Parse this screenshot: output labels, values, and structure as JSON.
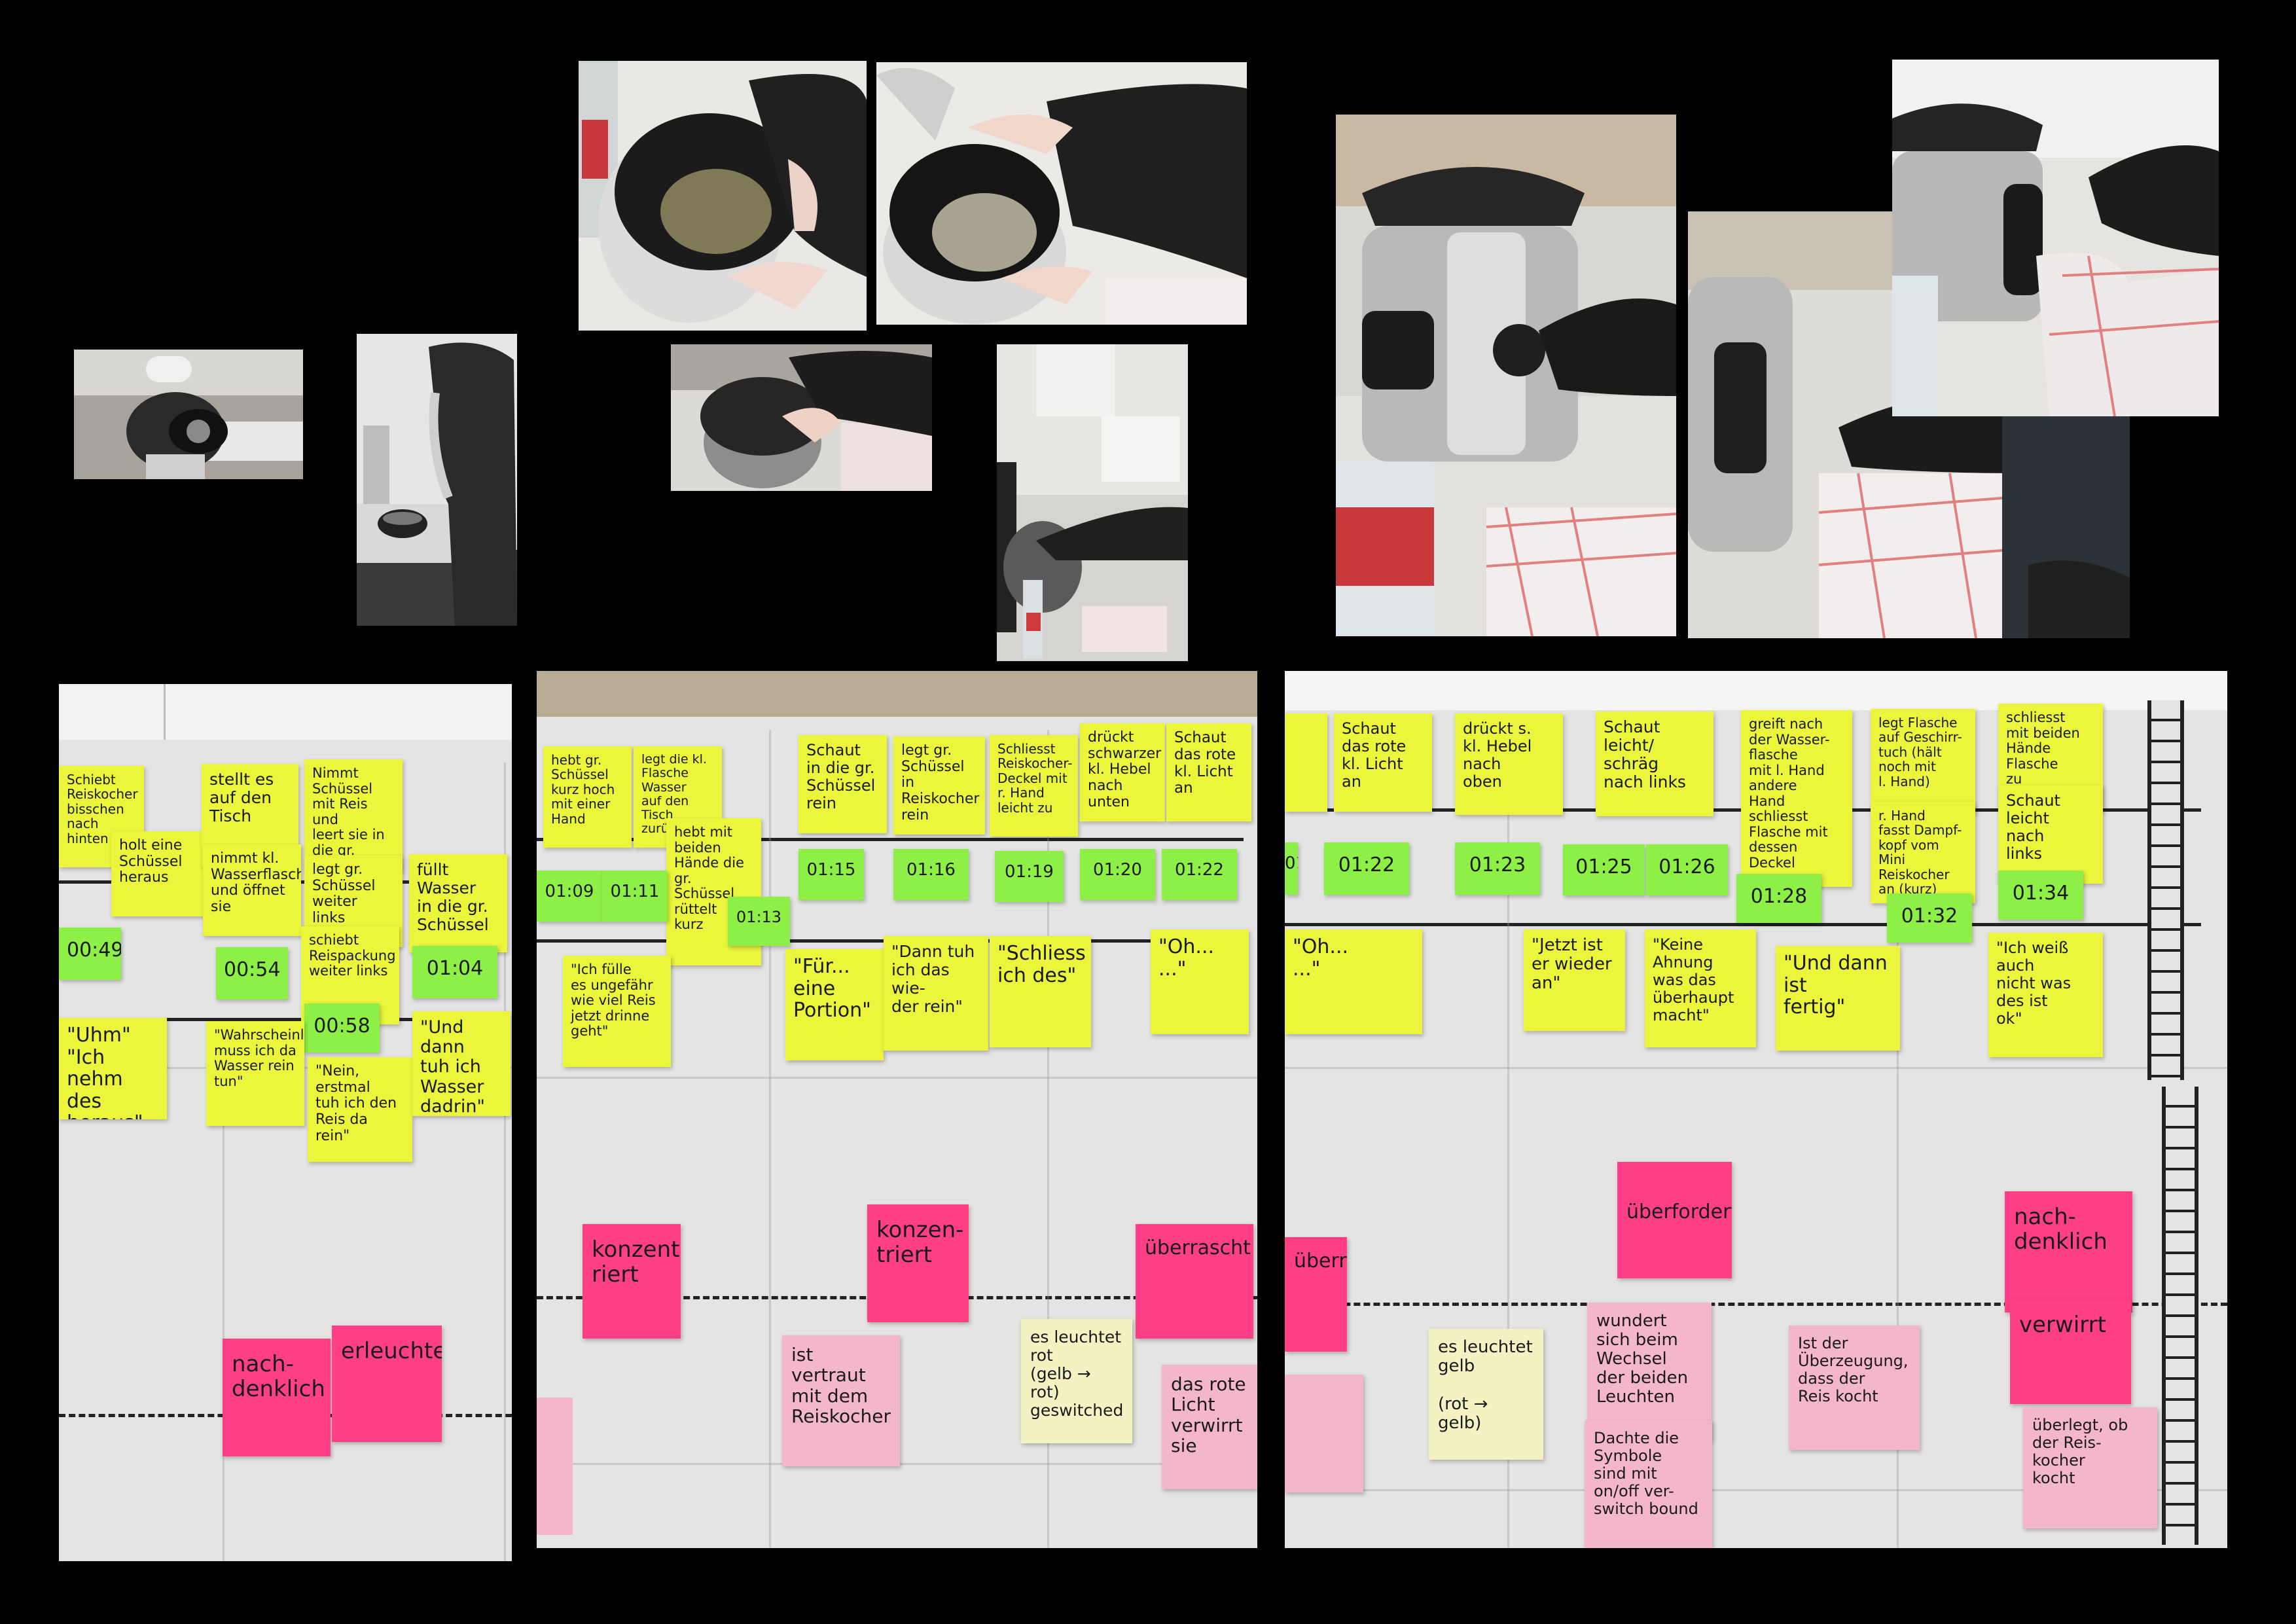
{
  "board1": {
    "actions": [
      "Schiebt\nReiskocher\nbisschen nach\nhinten",
      "holt eine\nSchüssel\nheraus",
      "stellt es\nauf den\nTisch",
      "Nimmt Schüssel\nmit Reis und\nleert sie in\ndie gr.\nSchüssel",
      "nimmt kl.\nWasserflasche\nund öffnet\nsie",
      "legt gr.\nSchüssel\nweiter\nlinks",
      "füllt\nWasser\nin die gr.\nSchüssel",
      "schiebt\nReispackung\nweiter links"
    ],
    "times": [
      "00:49",
      "00:54",
      "00:58",
      "01:04"
    ],
    "quotes": [
      "\"Uhm\"\n\"Ich nehm\ndes heraus\"",
      "\"Wahrscheinlich\nmuss ich da\nWasser rein\ntun\"",
      "\"Nein, erstmal\ntuh ich den\nReis da\nrein\"",
      "\"Und dann\ntuh ich\nWasser\ndadrin\""
    ],
    "emotions": [
      "nach-\ndenklich",
      "erleuchtet"
    ]
  },
  "board2": {
    "actions": [
      "hebt gr.\nSchüssel\nkurz hoch\nmit einer Hand",
      "legt die kl.\nFlasche Wasser\nauf den\nTisch zurück",
      "hebt mit\nbeiden\nHände die\ngr. Schüssel\nrüttelt\nkurz",
      "Schaut\nin die gr.\nSchüssel\nrein",
      "legt gr.\nSchüssel in\nReiskocher\nrein",
      "Schliesst\nReiskocher-\nDeckel mit\nr. Hand\nleicht zu",
      "drückt\nschwarzer\nkl. Hebel\nnach\nunten",
      "Schaut\ndas rote\nkl. Licht\nan"
    ],
    "times": [
      "01:09",
      "01:11",
      "01:13",
      "01:15",
      "01:16",
      "01:19",
      "01:20",
      "01:22"
    ],
    "quotes": [
      "\"Ich fülle\nes ungefähr\nwie viel Reis\njetzt drinne\ngeht\"",
      "\"Für...\neine\nPortion\"",
      "\"Dann tuh\nich das wie-\nder rein\"",
      "\"Schliess\nich des\"",
      "\"Oh...\n...\""
    ],
    "emotions": [
      "konzent-\nriert",
      "konzen-\ntriert",
      "überrascht"
    ],
    "observations": [
      "ist\nvertraut\nmit dem\nReiskocher",
      "es leuchtet\nrot\n(gelb → rot)\ngeswitched",
      "das rote\nLicht\nverwirrt\nsie"
    ]
  },
  "board3": {
    "actions": [
      "Schaut\ndas rote\nkl. Licht\nan",
      "drückt s.\nkl. Hebel\nnach\noben",
      "Schaut\nleicht/\nschräg\nnach links",
      "greift nach\nder Wasser-\nflasche\nmit l. Hand\nandere\nHand\nschliesst\nFlasche mit\ndessen Deckel",
      "legt Flasche\nauf Geschirr-\ntuch (hält\nnoch mit\nl. Hand)",
      "schliesst\nmit beiden\nHände Flasche\nzu",
      "r. Hand\nfasst Dampf-\nkopf vom Mini\nReiskocher\nan (kurz)",
      "Schaut leicht\nnach\nlinks"
    ],
    "times": [
      "01:22",
      "01:23",
      "01:25",
      "01:26",
      "01:28",
      "01:32",
      "01:34"
    ],
    "quotes": [
      "\"Oh...\n...\"",
      "\"Jetzt ist\ner wieder\nan\"",
      "\"Keine\nAhnung\nwas das\nüberhaupt\nmacht\"",
      "\"Und dann\nist\nfertig\"",
      "\"Ich weiß auch\nnicht was\ndes ist\nok\""
    ],
    "emotions": [
      "überrascht",
      "überfordert",
      "nach-\ndenklich",
      "verwirrt"
    ],
    "observations": [
      "es leuchtet\ngelb\n\n(rot →\ngelb)",
      "wundert\nsich beim\nWechsel\nder beiden\nLeuchten",
      "Dachte die\nSymbole\nsind mit\non/off ver-\nswitch bound",
      "Ist der\nÜberzeugung,\ndass der\nReis kocht",
      "überlegt, ob\nder Reis-\nkocher\nkocht"
    ]
  },
  "colors": {
    "background": "#000000",
    "sticky_yellow": "#eaf53c",
    "sticky_green": "#8ef047",
    "sticky_pink": "#ff3f86",
    "sticky_light_pink": "#f3b7c9",
    "sticky_cream": "#f4f2c3",
    "paper": "#e4e4e2"
  },
  "icons": [
    "rice-cooker-photo",
    "hand-photo",
    "kitchen-towel",
    "water-bottle"
  ]
}
